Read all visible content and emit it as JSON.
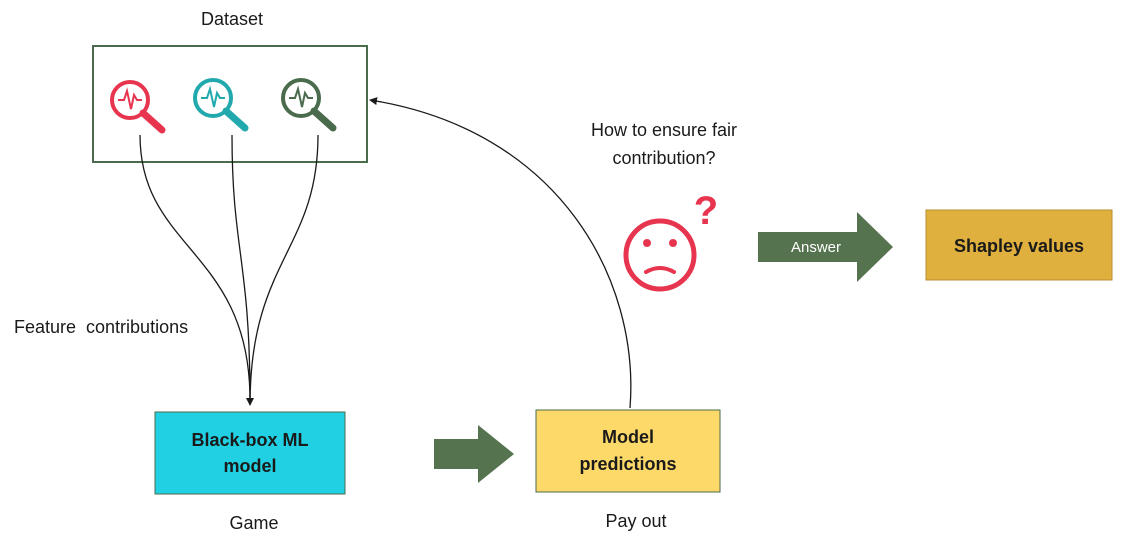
{
  "dataset": {
    "title": "Dataset"
  },
  "feature_icons": [
    {
      "name": "magnifier-waveform-icon",
      "color": "#e8354f"
    },
    {
      "name": "magnifier-waveform-icon",
      "color": "#22a9ad"
    },
    {
      "name": "magnifier-waveform-icon",
      "color": "#4a6b4c"
    }
  ],
  "labels": {
    "feature_contributions": "Feature  contributions",
    "game": "Game",
    "pay_out": "Pay out",
    "question_line1": "How to ensure fair",
    "question_line2": "contribution?"
  },
  "nodes": {
    "model": {
      "line1": "Black-box ML",
      "line2": "model",
      "fill": "#22d0e3"
    },
    "predictions": {
      "line1": "Model",
      "line2": "predictions",
      "fill": "#fdd96a"
    },
    "shapley": {
      "label": "Shapley values",
      "fill": "#e0b03f"
    }
  },
  "answer_arrow": {
    "label": "Answer",
    "color": "#56734f"
  },
  "flow_arrow": {
    "color": "#56734f"
  },
  "confused_face": {
    "name": "confused-face-icon",
    "color": "#e8354f"
  }
}
